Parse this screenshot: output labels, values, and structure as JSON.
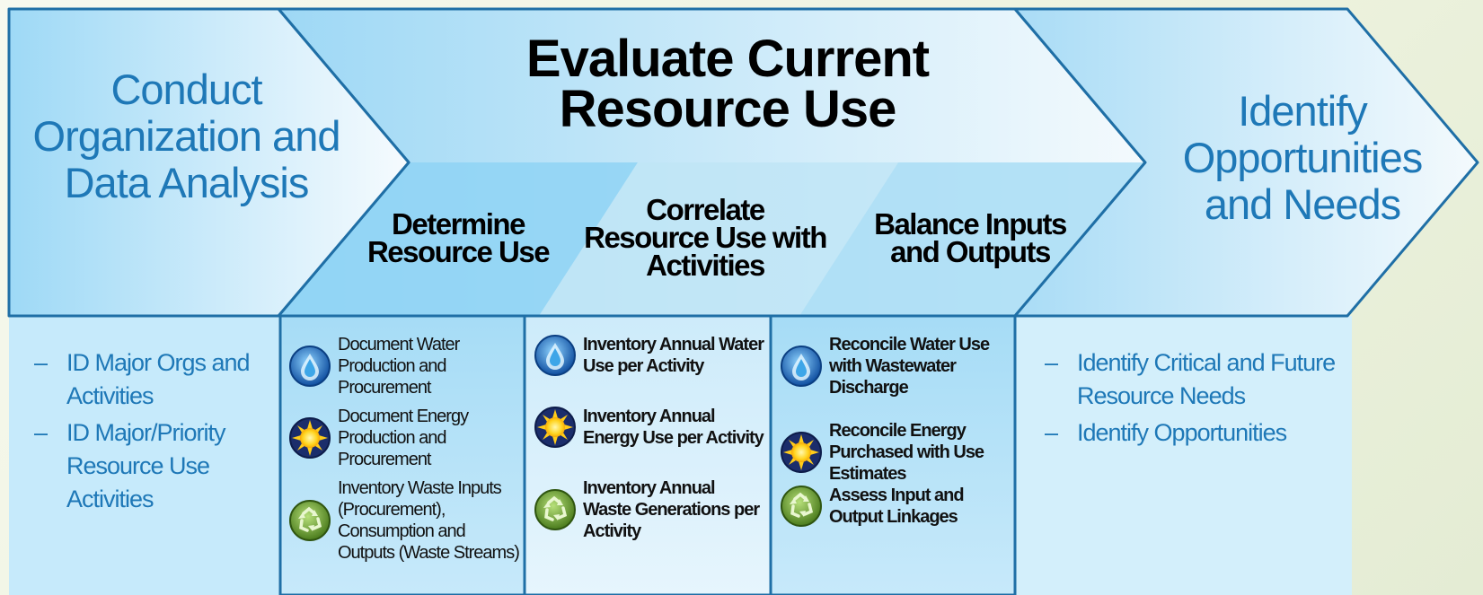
{
  "steps": {
    "left": {
      "title": "Conduct Organization and Data Analysis"
    },
    "center": {
      "title": "Evaluate Current Resource Use"
    },
    "right": {
      "title": "Identify Opportunities and Needs"
    }
  },
  "substeps": [
    {
      "title": "Determine Resource Use"
    },
    {
      "title": "Correlate Resource Use with Activities"
    },
    {
      "title": "Balance Inputs and Outputs"
    }
  ],
  "left_bullets": [
    "ID Major Orgs and Activities",
    "ID Major/Priority Resource Use Activities"
  ],
  "right_bullets": [
    "Identify Critical and Future Resource Needs",
    "Identify Opportunities"
  ],
  "bullet_marker": "–",
  "columns": [
    {
      "items": [
        {
          "icon": "water-icon",
          "text": "Document Water Production and Procurement"
        },
        {
          "icon": "sun-icon",
          "text": "Document Energy Production and Procurement"
        },
        {
          "icon": "recycle-icon",
          "text": "Inventory Waste Inputs (Procurement), Consumption and Outputs (Waste Streams)"
        }
      ]
    },
    {
      "items": [
        {
          "icon": "water-icon",
          "text": "Inventory Annual Water Use per Activity"
        },
        {
          "icon": "sun-icon",
          "text": "Inventory Annual Energy Use per Activity"
        },
        {
          "icon": "recycle-icon",
          "text": "Inventory Annual Waste Generations per Activity"
        }
      ]
    },
    {
      "items": [
        {
          "icon": "water-icon",
          "text": "Reconcile Water Use with Wastewater Discharge"
        },
        {
          "icon": "sun-icon",
          "text": "Reconcile Energy Purchased with Use Estimates"
        },
        {
          "icon": "recycle-icon",
          "text": "Assess Input and Output Linkages"
        }
      ]
    }
  ],
  "colors": {
    "outline": "#1f6fa6",
    "accent_text": "#1e78b7",
    "light_blue": "#bfe3f7",
    "dark_blue": "#8dd0f3"
  }
}
